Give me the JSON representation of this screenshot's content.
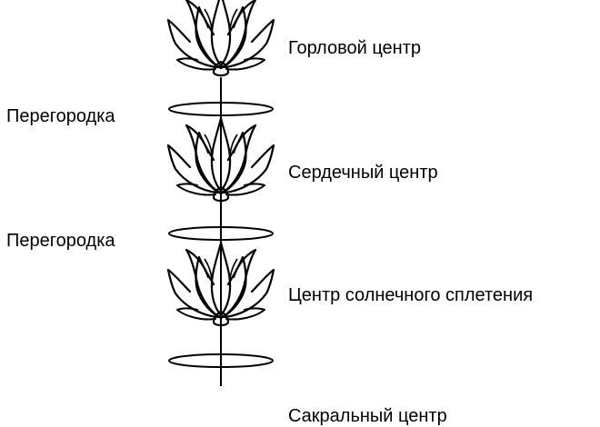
{
  "labels": {
    "throat": "Горловой центр",
    "heart": "Сердечный центр",
    "solar": "Центр солнечного сплетения",
    "sacral": "Сакральный центр",
    "partition_1": "Перегородка",
    "partition_2": "Перегородка"
  },
  "colors": {
    "stroke": "#000000",
    "background": "#ffffff"
  }
}
